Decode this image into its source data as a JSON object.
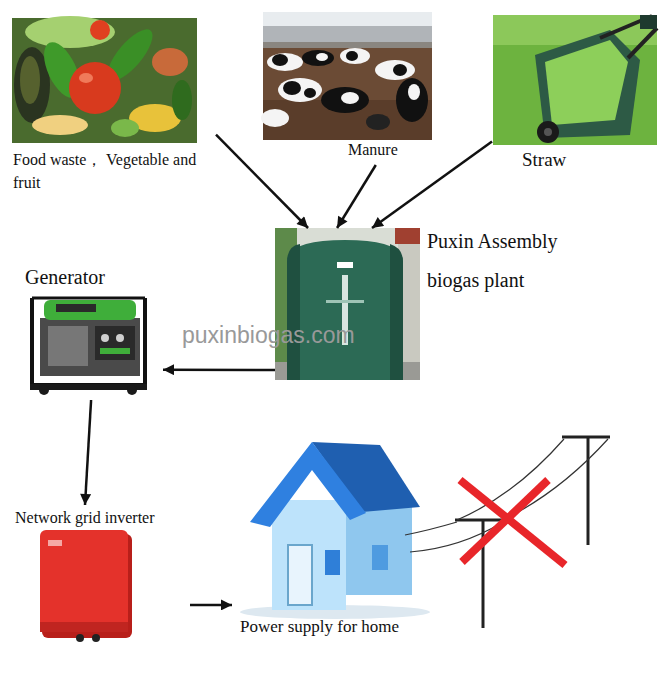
{
  "diagram": {
    "nodes": [
      {
        "text": [
          "Food waste， Vegetable and fruit"
        ]
      },
      {
        "text": [
          "Manure"
        ]
      },
      {
        "text": [
          "Straw"
        ]
      },
      {
        "text": [
          "Puxin Assembly biogas plant"
        ]
      },
      {
        "text": [
          "Generator"
        ]
      },
      {
        "text": [
          "Network grid inverter"
        ]
      },
      {
        "text": [
          "Power supply for home"
        ]
      }
    ],
    "edges": [
      {
        "from": 0,
        "to": 3,
        "arrow": "to"
      },
      {
        "from": 1,
        "to": 3,
        "arrow": "to"
      },
      {
        "from": 2,
        "to": 3,
        "arrow": "to"
      },
      {
        "from": 3,
        "to": 4,
        "arrow": "to"
      },
      {
        "from": 4,
        "to": 5,
        "arrow": "to"
      },
      {
        "from": 5,
        "to": 6,
        "arrow": "to"
      }
    ],
    "labels": [
      "puxinbiogas.com"
    ]
  }
}
